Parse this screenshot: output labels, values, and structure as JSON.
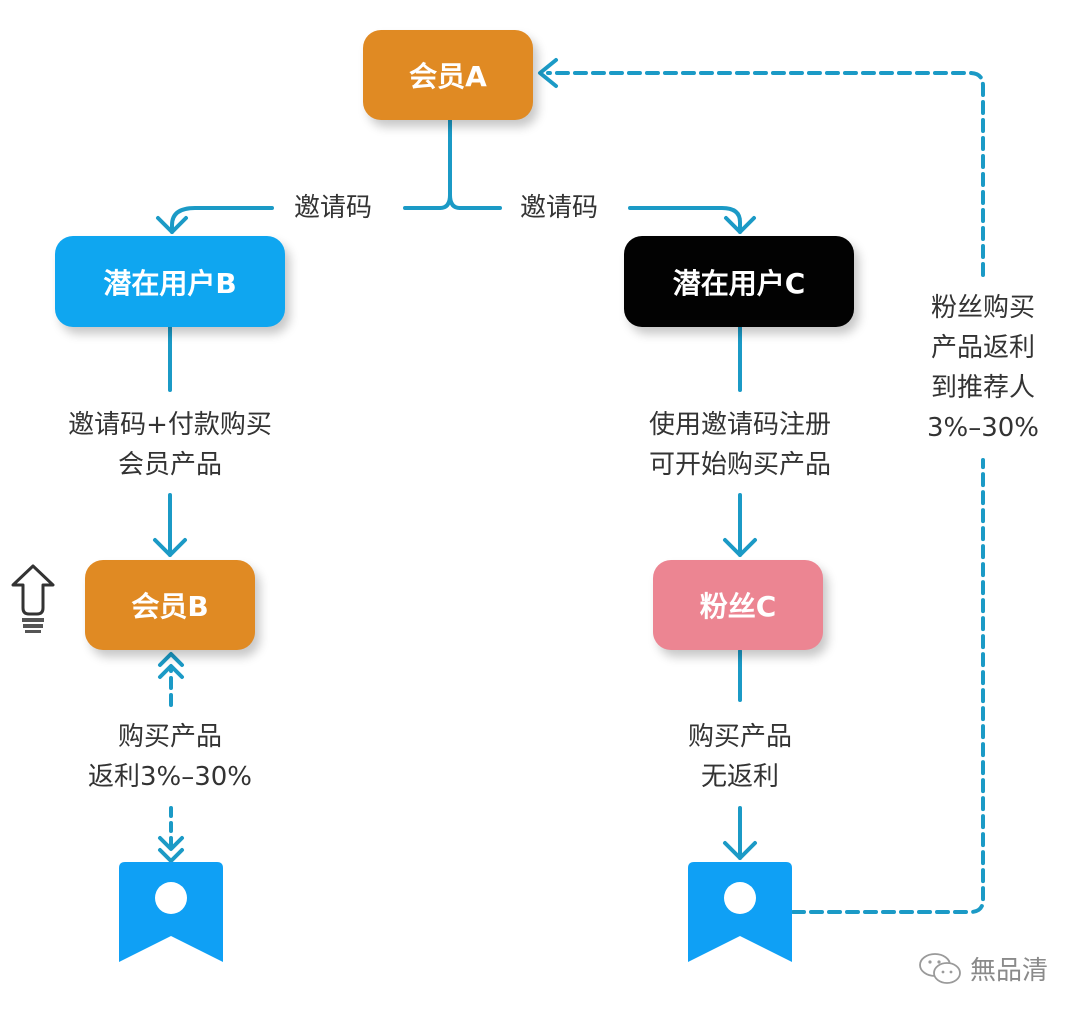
{
  "diagram": {
    "nodes": {
      "member_a": "会员A",
      "potential_b": "潜在用户B",
      "potential_c": "潜在用户C",
      "member_b": "会员B",
      "fan_c": "粉丝C"
    },
    "edge_labels": {
      "invite_left": "邀请码",
      "invite_right": "邀请码",
      "b_to_member_line1": "邀请码+付款购买",
      "b_to_member_line2": "会员产品",
      "c_register_line1": "使用邀请码注册",
      "c_register_line2": "可开始购买产品",
      "member_b_buy_line1": "购买产品",
      "member_b_buy_line2": "返利3%–30%",
      "fan_buy_line1": "购买产品",
      "fan_buy_line2": "无返利",
      "rebate_line1": "粉丝购买",
      "rebate_line2": "产品返利",
      "rebate_line3": "到推荐人",
      "rebate_line4": "3%–30%"
    },
    "icons": {
      "upgrade": "arrow-up-bulb-icon",
      "product_left": "bookmark-badge-icon",
      "product_right": "bookmark-badge-icon",
      "wechat": "wechat-icon"
    },
    "watermark": "無品清",
    "colors": {
      "connector": "#1b9ac6",
      "orange": "#e08a23",
      "blue": "#0fa6f0",
      "black": "#020202",
      "pink": "#ec8592",
      "badge": "#0fa0f5"
    }
  }
}
